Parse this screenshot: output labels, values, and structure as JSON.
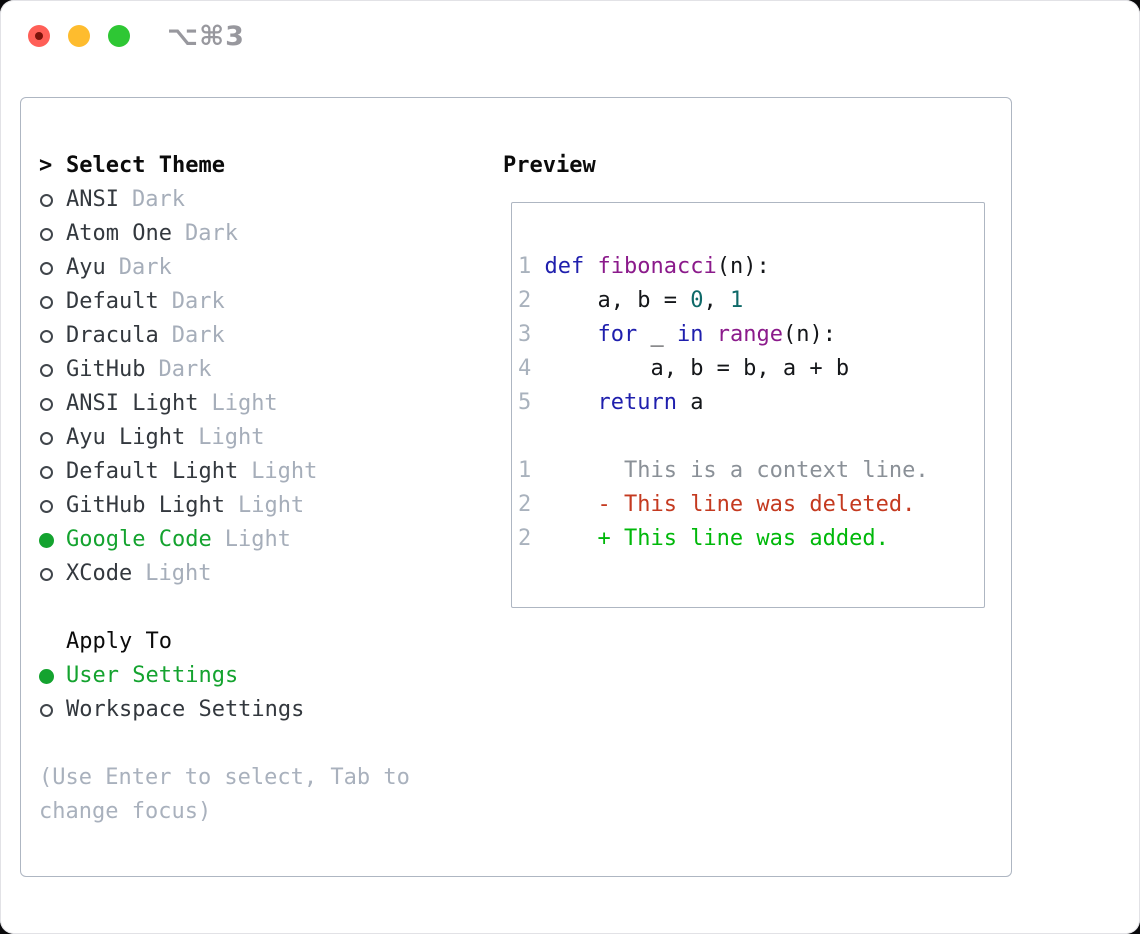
{
  "window": {
    "title": "⌥⌘3"
  },
  "colors": {
    "close_red": "#ff5f57",
    "close_red_dot": "#7c130b",
    "minimize_yellow": "#febc2e",
    "zoom_green": "#2ec734",
    "accent_green": "#14a32f",
    "panel_border": "#aeb6c2",
    "theme_name": "#33383e",
    "variant_gray": "#a6aeba",
    "hint_gray": "#a9b1bd",
    "line_number_gray": "#a9b2bd"
  },
  "theme_picker": {
    "header": {
      "marker": ">",
      "label": "Select Theme"
    },
    "themes": [
      {
        "name": "ANSI",
        "variant": "Dark",
        "selected": false
      },
      {
        "name": "Atom One",
        "variant": "Dark",
        "selected": false
      },
      {
        "name": "Ayu",
        "variant": "Dark",
        "selected": false
      },
      {
        "name": "Default",
        "variant": "Dark",
        "selected": false
      },
      {
        "name": "Dracula",
        "variant": "Dark",
        "selected": false
      },
      {
        "name": "GitHub",
        "variant": "Dark",
        "selected": false
      },
      {
        "name": "ANSI Light",
        "variant": "Light",
        "selected": false
      },
      {
        "name": "Ayu Light",
        "variant": "Light",
        "selected": false
      },
      {
        "name": "Default Light",
        "variant": "Light",
        "selected": false
      },
      {
        "name": "GitHub Light",
        "variant": "Light",
        "selected": false
      },
      {
        "name": "Google Code",
        "variant": "Light",
        "selected": true
      },
      {
        "name": "XCode",
        "variant": "Light",
        "selected": false
      }
    ],
    "apply_to": {
      "label": "Apply To",
      "options": [
        {
          "name": "User Settings",
          "selected": true
        },
        {
          "name": "Workspace Settings",
          "selected": false
        }
      ]
    },
    "hint": "(Use Enter to select, Tab to change focus)"
  },
  "preview": {
    "title": "Preview",
    "palette": {
      "plain": "#141619",
      "kw": "#1f1fad",
      "fn": "#8b1a8b",
      "num": "#0e6968",
      "ctx": "#8a9097",
      "del": "#c43a20",
      "add": "#00b80a"
    },
    "lines": [
      {
        "num": "1",
        "tokens": [
          {
            "c": "plain",
            "t": " "
          },
          {
            "c": "kw",
            "t": "def"
          },
          {
            "c": "plain",
            "t": " "
          },
          {
            "c": "fn",
            "t": "fibonacci"
          },
          {
            "c": "plain",
            "t": "(n):"
          }
        ]
      },
      {
        "num": "2",
        "tokens": [
          {
            "c": "plain",
            "t": "     a, b = "
          },
          {
            "c": "num",
            "t": "0"
          },
          {
            "c": "plain",
            "t": ", "
          },
          {
            "c": "num",
            "t": "1"
          }
        ]
      },
      {
        "num": "3",
        "tokens": [
          {
            "c": "plain",
            "t": "     "
          },
          {
            "c": "kw",
            "t": "for"
          },
          {
            "c": "plain",
            "t": " _ "
          },
          {
            "c": "kw",
            "t": "in"
          },
          {
            "c": "plain",
            "t": " "
          },
          {
            "c": "fn",
            "t": "range"
          },
          {
            "c": "plain",
            "t": "(n):"
          }
        ]
      },
      {
        "num": "4",
        "tokens": [
          {
            "c": "plain",
            "t": "         a, b = b, a + b"
          }
        ]
      },
      {
        "num": "5",
        "tokens": [
          {
            "c": "plain",
            "t": "     "
          },
          {
            "c": "kw",
            "t": "return"
          },
          {
            "c": "plain",
            "t": " a"
          }
        ]
      },
      {
        "num": "",
        "tokens": []
      },
      {
        "num": "1",
        "tokens": [
          {
            "c": "ctx",
            "t": "       This is a context line."
          }
        ]
      },
      {
        "num": "2",
        "tokens": [
          {
            "c": "del",
            "t": "     - This line was deleted."
          }
        ]
      },
      {
        "num": "2",
        "tokens": [
          {
            "c": "add",
            "t": "     + This line was added."
          }
        ]
      }
    ]
  }
}
